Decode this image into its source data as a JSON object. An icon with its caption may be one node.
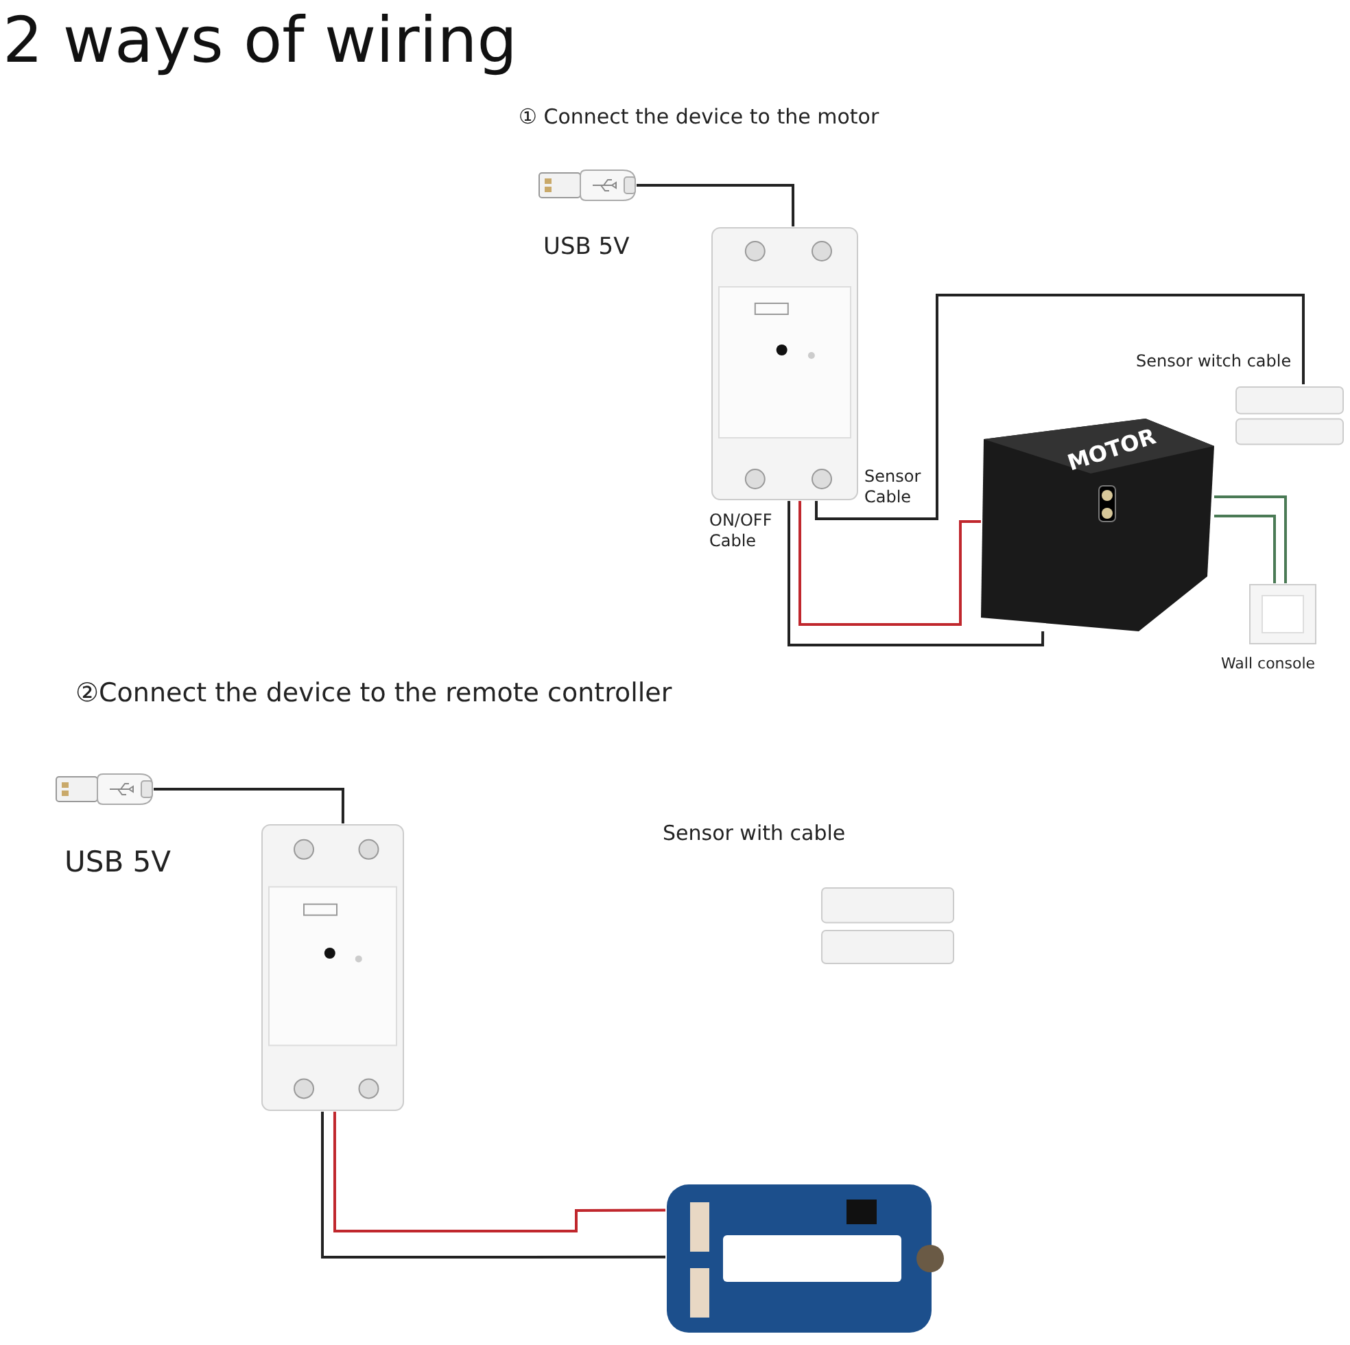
{
  "diagram": {
    "title": "2 ways of wiring",
    "nodes": [
      {
        "text": [],
        "shape": "picture",
        "beside": [
          "USB 5V"
        ]
      },
      {
        "text": [],
        "shape": "picture"
      },
      {
        "text": [
          "MOTOR"
        ]
      },
      {
        "text": [],
        "shape": "picture",
        "beside": [
          "Sensor witch cable"
        ]
      },
      {
        "text": [],
        "shape": "picture",
        "beside": [
          "Wall console"
        ]
      },
      {
        "text": [],
        "shape": "picture",
        "beside": [
          "USB 5V"
        ]
      },
      {
        "text": [],
        "shape": "picture"
      },
      {
        "text": [],
        "shape": "picture",
        "beside": [
          "Sensor with cable"
        ]
      },
      {
        "text": [],
        "shape": "picture"
      }
    ],
    "edges": [
      {
        "from": 0,
        "to": 1,
        "arrow": "none"
      },
      {
        "from": 1,
        "to": 2,
        "arrow": "none",
        "color": "#c0272d",
        "label": "ON/OFF Cable"
      },
      {
        "from": 1,
        "to": 2,
        "arrow": "none"
      },
      {
        "from": 1,
        "to": 3,
        "arrow": "none",
        "label": "Sensor Cable"
      },
      {
        "from": 2,
        "to": 4,
        "arrow": "none",
        "color": "#4a7a55"
      },
      {
        "from": 2,
        "to": 4,
        "arrow": "none",
        "color": "#4a7a55"
      },
      {
        "from": 5,
        "to": 6,
        "arrow": "none"
      },
      {
        "from": 6,
        "to": 8,
        "arrow": "none",
        "color": "#c0272d"
      },
      {
        "from": 6,
        "to": 8,
        "arrow": "none"
      }
    ],
    "labels": [
      "① Connect the device to the motor",
      "②Connect the device to the remote controller"
    ]
  }
}
